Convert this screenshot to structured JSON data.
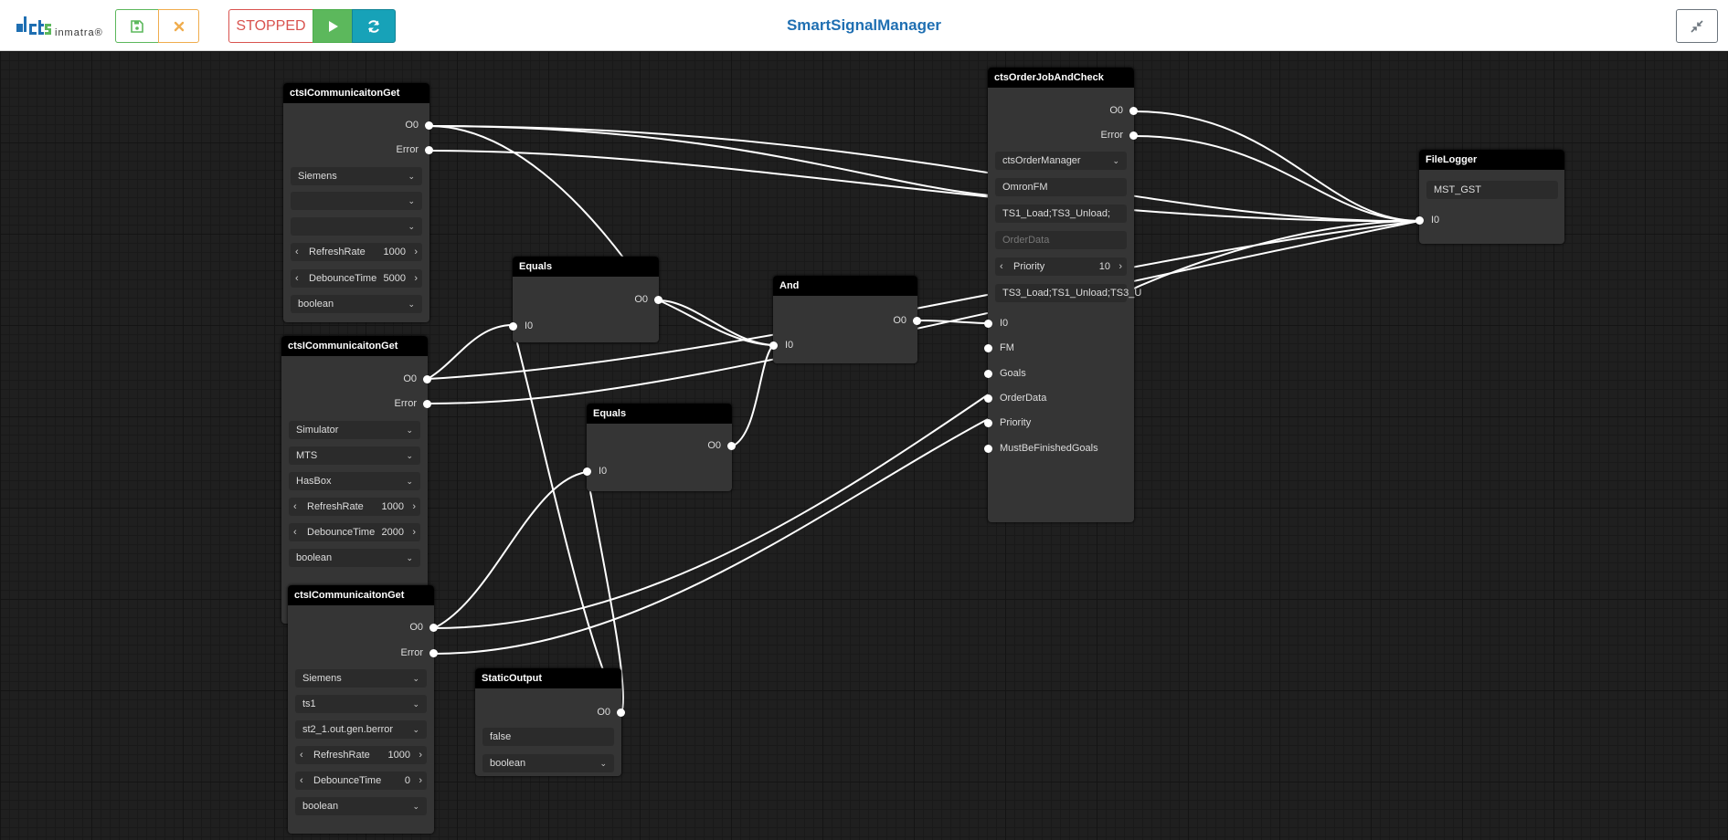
{
  "header": {
    "logo_text": "inmatra®",
    "status_label": "STOPPED",
    "app_title": "SmartSignalManager",
    "icons": {
      "save": "save-icon",
      "cancel": "close-icon",
      "play": "play-icon",
      "refresh": "refresh-icon",
      "collapse": "compress-icon"
    },
    "colors": {
      "save": "#5cb85c",
      "cancel": "#f0ad4e",
      "stopped": "#d9534f",
      "play": "#5cb85c",
      "refresh": "#17a2b8",
      "title": "#1f6fb2"
    }
  },
  "nodes": {
    "comm1": {
      "title": "ctsICommunicaitonGet",
      "out0": "O0",
      "out1": "Error",
      "source": "Siemens",
      "field2": "",
      "field3": "",
      "refresh_label": "RefreshRate",
      "refresh_value": "1000",
      "debounce_label": "DebounceTime",
      "debounce_value": "5000",
      "type": "boolean"
    },
    "comm2": {
      "title": "ctsICommunicaitonGet",
      "out0": "O0",
      "out1": "Error",
      "source": "Simulator",
      "field2": "MTS",
      "field3": "HasBox",
      "refresh_label": "RefreshRate",
      "refresh_value": "1000",
      "debounce_label": "DebounceTime",
      "debounce_value": "2000",
      "type": "boolean"
    },
    "comm3": {
      "title": "ctsICommunicaitonGet",
      "out0": "O0",
      "out1": "Error",
      "source": "Siemens",
      "field2": "ts1",
      "field3": "st2_1.out.gen.berror",
      "refresh_label": "RefreshRate",
      "refresh_value": "1000",
      "debounce_label": "DebounceTime",
      "debounce_value": "0",
      "type": "boolean"
    },
    "equals1": {
      "title": "Equals",
      "out0": "O0",
      "in0": "I0"
    },
    "equals2": {
      "title": "Equals",
      "out0": "O0",
      "in0": "I0"
    },
    "and": {
      "title": "And",
      "out0": "O0",
      "in0": "I0"
    },
    "static": {
      "title": "StaticOutput",
      "out0": "O0",
      "value": "false",
      "type": "boolean"
    },
    "order": {
      "title": "ctsOrderJobAndCheck",
      "out0": "O0",
      "out1": "Error",
      "manager": "ctsOrderManager",
      "fm": "OmronFM",
      "goals": "TS1_Load;TS3_Unload;",
      "orderdata_placeholder": "OrderData",
      "priority_label": "Priority",
      "priority_value": "10",
      "must_finish": "TS3_Load;TS1_Unload;TS3_U",
      "in_i0": "I0",
      "in_fm": "FM",
      "in_goals": "Goals",
      "in_orderdata": "OrderData",
      "in_priority": "Priority",
      "in_mustbefinished": "MustBeFinishedGoals"
    },
    "logger": {
      "title": "FileLogger",
      "name": "MST_GST",
      "in0": "I0"
    }
  },
  "glyphs": {
    "chevron_down": "⌄",
    "arrow_left": "‹",
    "arrow_right": "›"
  }
}
